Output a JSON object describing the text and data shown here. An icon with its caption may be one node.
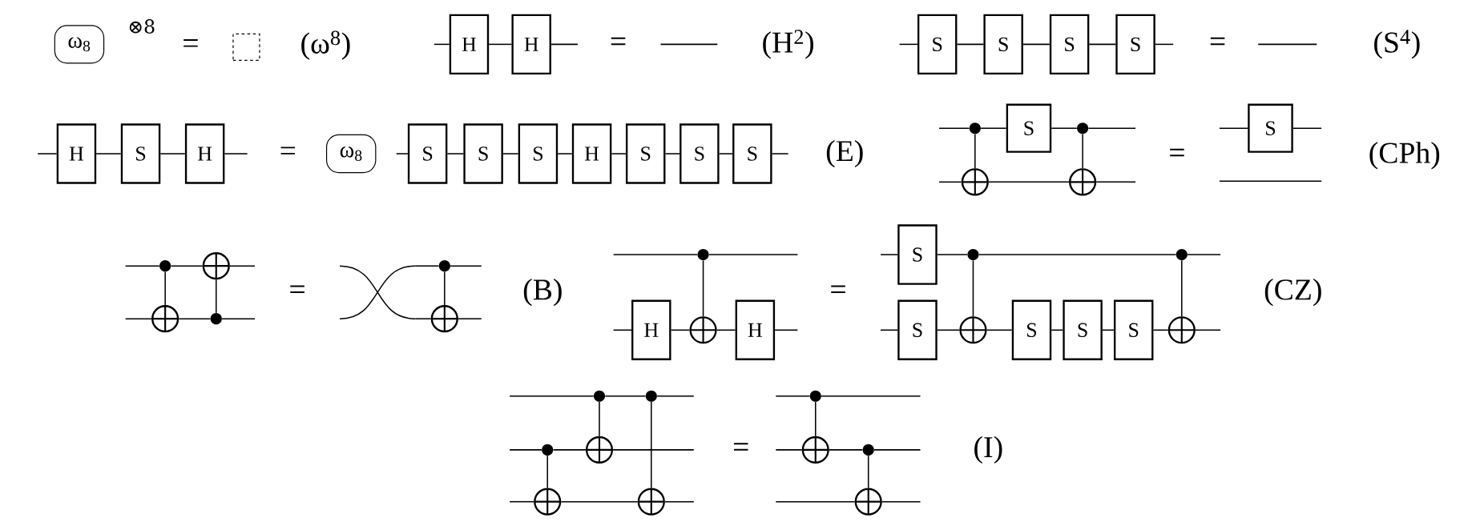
{
  "diagram": {
    "nodes": [
      {
        "text": [
          "ω$_{8}$"
        ]
      },
      {
        "text": [],
        "shape": "box"
      },
      {
        "text": [
          "H"
        ]
      },
      {
        "text": [
          "H"
        ]
      },
      {
        "text": [
          "S"
        ]
      },
      {
        "text": [
          "S"
        ]
      },
      {
        "text": [
          "S"
        ]
      },
      {
        "text": [
          "S"
        ]
      },
      {
        "text": [
          "H"
        ]
      },
      {
        "text": [
          "S"
        ]
      },
      {
        "text": [
          "H"
        ]
      },
      {
        "text": [
          "ω$_{8}$"
        ]
      },
      {
        "text": [
          "S"
        ]
      },
      {
        "text": [
          "S"
        ]
      },
      {
        "text": [
          "S"
        ]
      },
      {
        "text": [
          "H"
        ]
      },
      {
        "text": [
          "S"
        ]
      },
      {
        "text": [
          "S"
        ]
      },
      {
        "text": [
          "S"
        ]
      },
      {
        "text": [],
        "shape": "dot"
      },
      {
        "text": [],
        "shape": "circle"
      },
      {
        "text": [
          "S"
        ]
      },
      {
        "text": [],
        "shape": "dot"
      },
      {
        "text": [],
        "shape": "circle"
      },
      {
        "text": [
          "S"
        ]
      },
      {
        "text": [],
        "shape": "dot"
      },
      {
        "text": [],
        "shape": "circle"
      },
      {
        "text": [],
        "shape": "circle"
      },
      {
        "text": [],
        "shape": "dot"
      },
      {
        "text": [],
        "shape": "dot"
      },
      {
        "text": [],
        "shape": "circle"
      },
      {
        "text": [],
        "shape": "dot"
      },
      {
        "text": [
          "H"
        ]
      },
      {
        "text": [],
        "shape": "circle"
      },
      {
        "text": [
          "H"
        ]
      },
      {
        "text": [
          "S"
        ]
      },
      {
        "text": [],
        "shape": "dot"
      },
      {
        "text": [],
        "shape": "dot"
      },
      {
        "text": [
          "S"
        ]
      },
      {
        "text": [],
        "shape": "circle"
      },
      {
        "text": [
          "S"
        ]
      },
      {
        "text": [
          "S"
        ]
      },
      {
        "text": [
          "S"
        ]
      },
      {
        "text": [],
        "shape": "circle"
      },
      {
        "text": [],
        "shape": "dot"
      },
      {
        "text": [],
        "shape": "circle"
      },
      {
        "text": [],
        "shape": "dot"
      },
      {
        "text": [],
        "shape": "circle"
      },
      {
        "text": [],
        "shape": "dot"
      },
      {
        "text": [],
        "shape": "circle"
      },
      {
        "text": [],
        "shape": "dot"
      },
      {
        "text": [],
        "shape": "circle"
      },
      {
        "text": [],
        "shape": "dot"
      },
      {
        "text": [],
        "shape": "circle"
      }
    ],
    "edges": [
      {
        "from": 2,
        "to": 3,
        "arrow": "none"
      },
      {
        "from": 4,
        "to": 5,
        "arrow": "none"
      },
      {
        "from": 5,
        "to": 6,
        "arrow": "none"
      },
      {
        "from": 6,
        "to": 7,
        "arrow": "none"
      },
      {
        "from": 8,
        "to": 9,
        "arrow": "none"
      },
      {
        "from": 9,
        "to": 10,
        "arrow": "none"
      },
      {
        "from": 12,
        "to": 13,
        "arrow": "none"
      },
      {
        "from": 13,
        "to": 14,
        "arrow": "none"
      },
      {
        "from": 14,
        "to": 15,
        "arrow": "none"
      },
      {
        "from": 15,
        "to": 16,
        "arrow": "none"
      },
      {
        "from": 16,
        "to": 17,
        "arrow": "none"
      },
      {
        "from": 17,
        "to": 18,
        "arrow": "none"
      },
      {
        "from": 19,
        "to": 21,
        "arrow": "none"
      },
      {
        "from": 21,
        "to": 22,
        "arrow": "none"
      },
      {
        "from": 20,
        "to": 23,
        "arrow": "none"
      },
      {
        "from": 19,
        "to": 20,
        "arrow": "none"
      },
      {
        "from": 22,
        "to": 23,
        "arrow": "none"
      },
      {
        "from": 25,
        "to": 27,
        "arrow": "none"
      },
      {
        "from": 26,
        "to": 28,
        "arrow": "none"
      },
      {
        "from": 25,
        "to": 26,
        "arrow": "none"
      },
      {
        "from": 28,
        "to": 27,
        "arrow": "none"
      },
      {
        "from": 29,
        "to": 30,
        "arrow": "none"
      },
      {
        "from": 32,
        "to": 33,
        "arrow": "none"
      },
      {
        "from": 33,
        "to": 34,
        "arrow": "none"
      },
      {
        "from": 31,
        "to": 33,
        "arrow": "none"
      },
      {
        "from": 35,
        "to": 36,
        "arrow": "none"
      },
      {
        "from": 36,
        "to": 37,
        "arrow": "none"
      },
      {
        "from": 38,
        "to": 39,
        "arrow": "none"
      },
      {
        "from": 39,
        "to": 40,
        "arrow": "none"
      },
      {
        "from": 40,
        "to": 41,
        "arrow": "none"
      },
      {
        "from": 41,
        "to": 42,
        "arrow": "none"
      },
      {
        "from": 42,
        "to": 43,
        "arrow": "none"
      },
      {
        "from": 36,
        "to": 39,
        "arrow": "none"
      },
      {
        "from": 37,
        "to": 43,
        "arrow": "none"
      },
      {
        "from": 46,
        "to": 48,
        "arrow": "none"
      },
      {
        "from": 44,
        "to": 47,
        "arrow": "none"
      },
      {
        "from": 45,
        "to": 49,
        "arrow": "none"
      },
      {
        "from": 44,
        "to": 45,
        "arrow": "none"
      },
      {
        "from": 46,
        "to": 47,
        "arrow": "none"
      },
      {
        "from": 48,
        "to": 49,
        "arrow": "none"
      },
      {
        "from": 50,
        "to": 51,
        "arrow": "none"
      },
      {
        "from": 51,
        "to": 52,
        "arrow": "none"
      },
      {
        "from": 52,
        "to": 53,
        "arrow": "none"
      }
    ],
    "labels": [
      "⊗8",
      "=",
      "(ω$^{8}$)",
      "=",
      "(H$^{2}$)",
      "=",
      "(S$^{4}$)",
      "=",
      "(E)",
      "=",
      "(CPh)",
      "=",
      "(B)",
      "=",
      "(CZ)",
      "=",
      "(I)"
    ]
  }
}
